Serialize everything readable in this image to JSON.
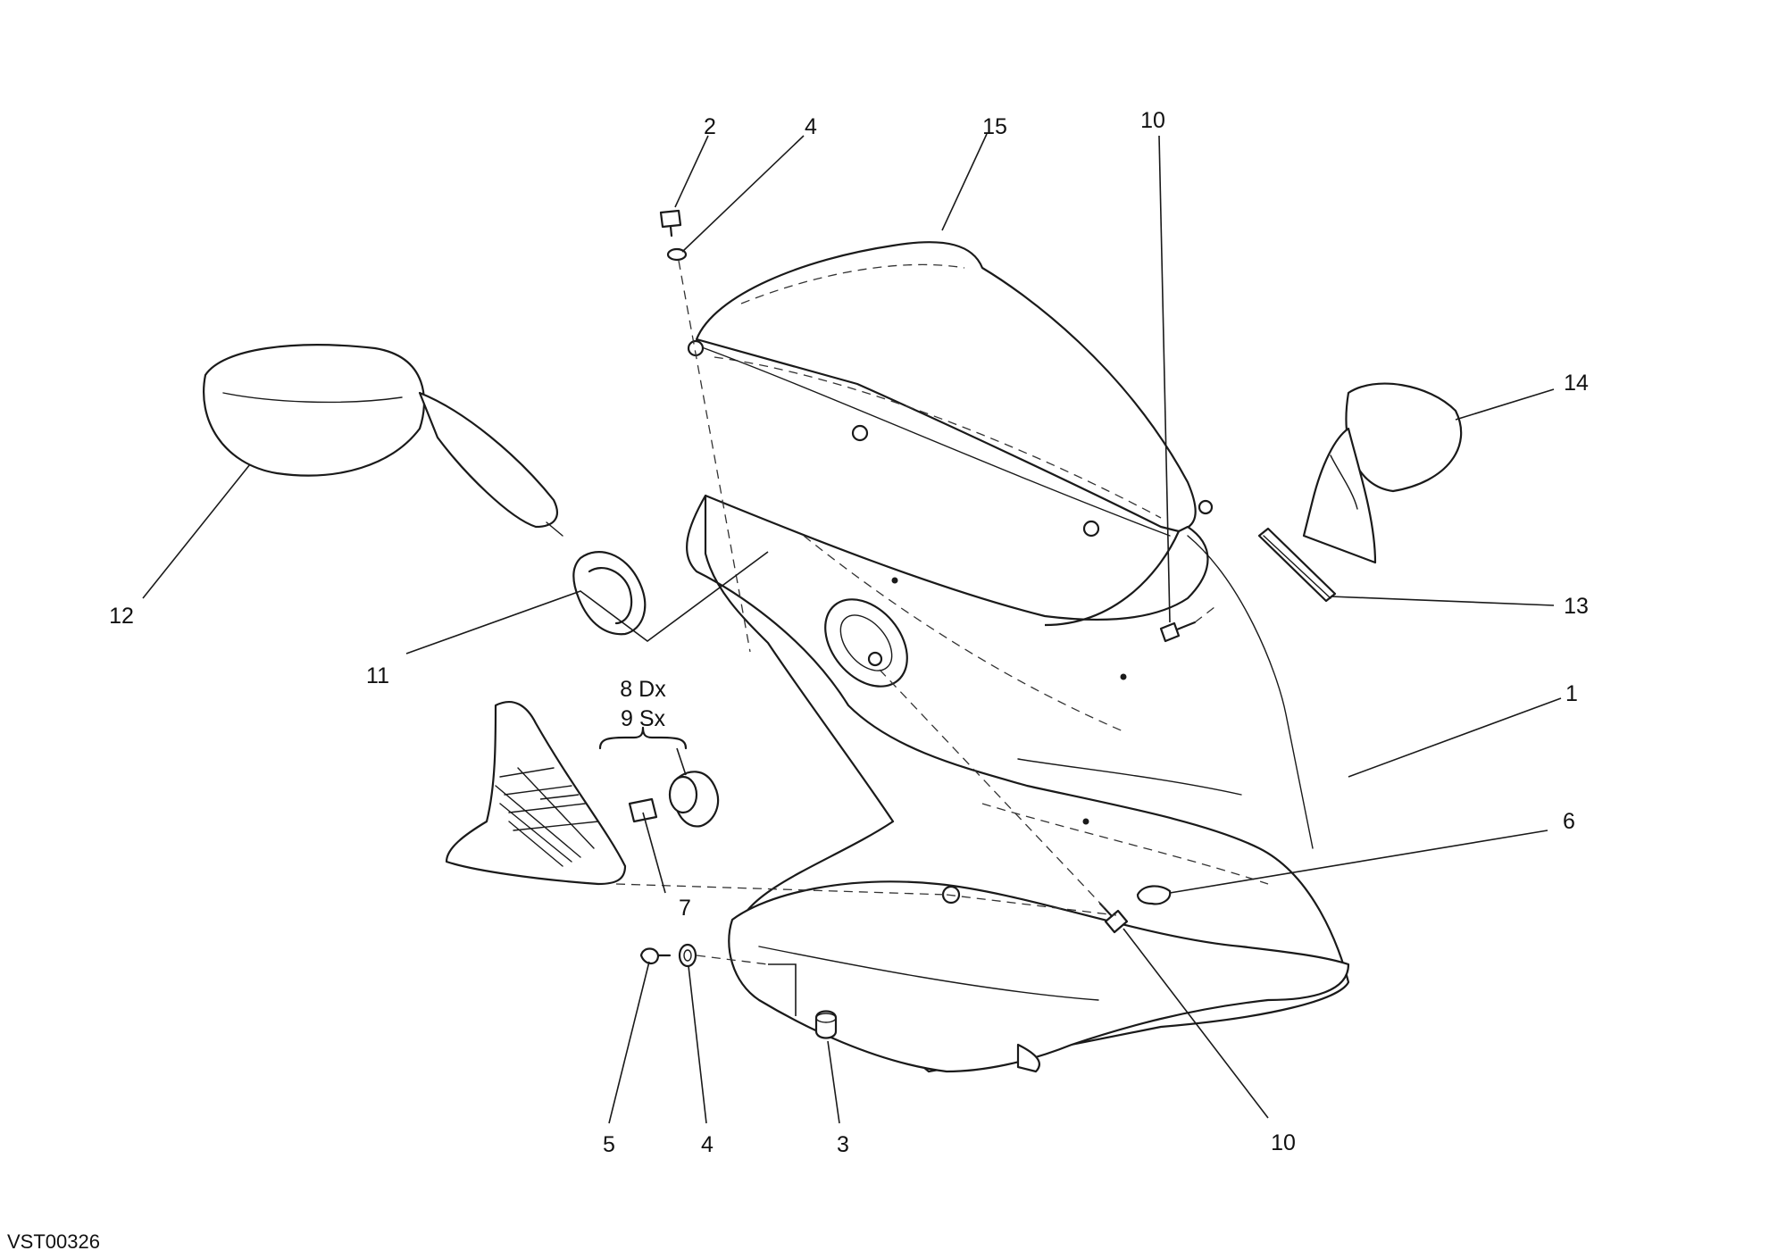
{
  "callouts": {
    "c1": "1",
    "c2": "2",
    "c3": "3",
    "c4a": "4",
    "c4b": "4",
    "c5": "5",
    "c6": "6",
    "c7": "7",
    "c8": "8 Dx",
    "c9": "9 Sx",
    "c10a": "10",
    "c10b": "10",
    "c11": "11",
    "c12": "12",
    "c13": "13",
    "c14": "14",
    "c15": "15"
  },
  "drawing_code": "VST00326"
}
